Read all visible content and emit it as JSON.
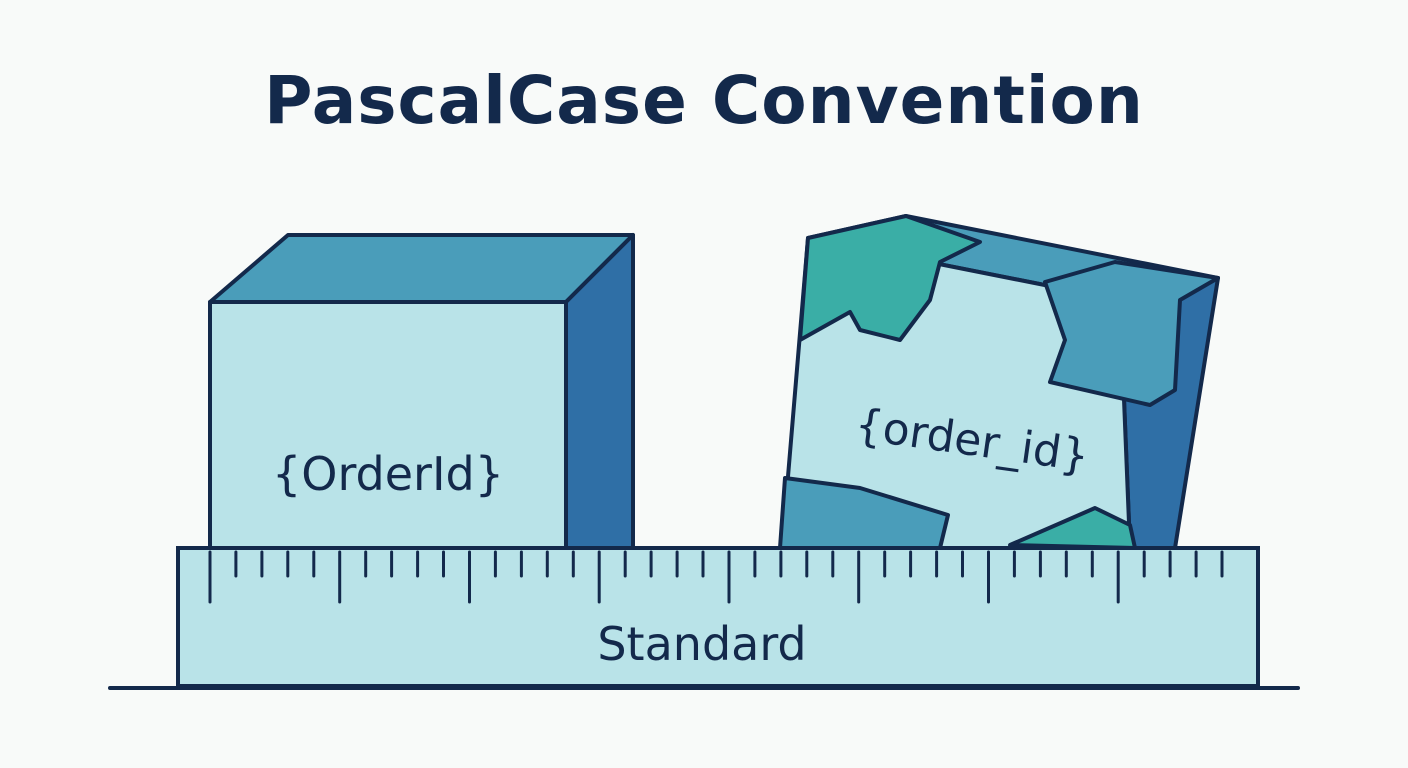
{
  "title": "PascalCase Convention",
  "blocks": {
    "good": {
      "label": "{OrderId}"
    },
    "bad": {
      "label": "{order_id}"
    }
  },
  "ruler": {
    "label": "Standard"
  },
  "colors": {
    "outline": "#13294b",
    "face_light": "#b9e3e8",
    "face_mid": "#4a9dba",
    "face_dark": "#2f6fa6",
    "accent_teal": "#3aaea6",
    "background": "#f8faf9"
  }
}
